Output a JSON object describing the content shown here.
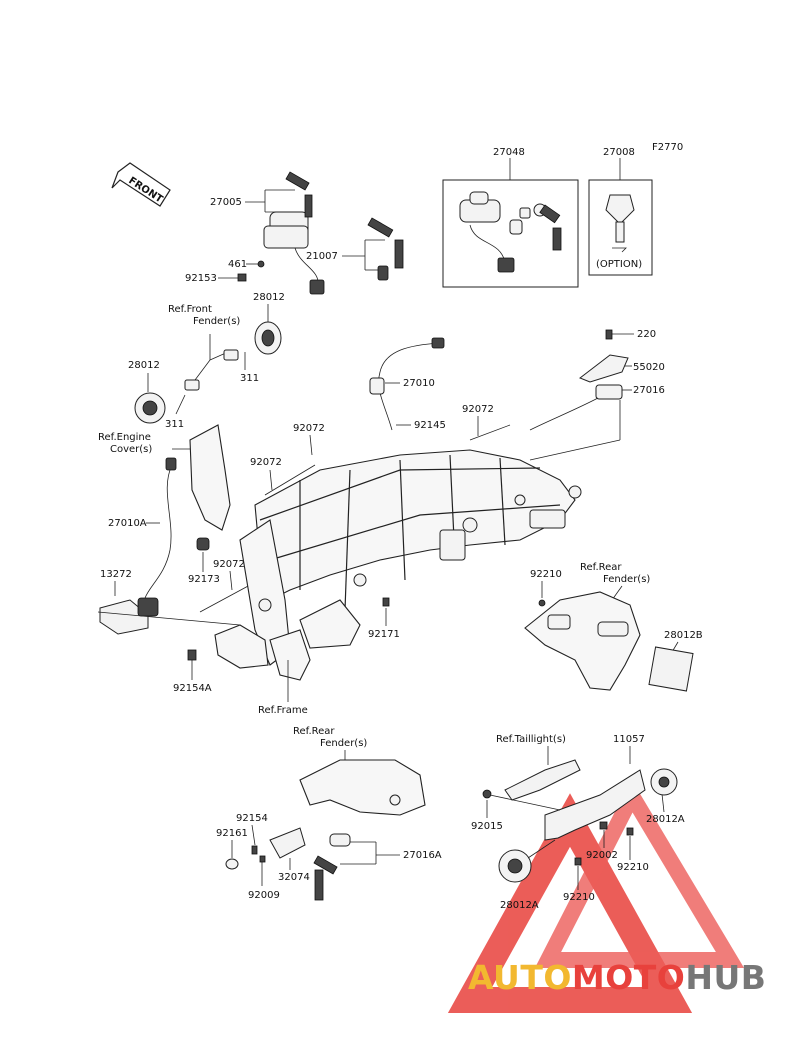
{
  "figure_code": "F2770",
  "front_label": "FRONT",
  "option_label": "(OPTION)",
  "labels": {
    "p27048": "27048",
    "p27008": "27008",
    "p27005": "27005",
    "p461": "461",
    "p92153": "92153",
    "p21007": "21007",
    "ref_front_fender": [
      "Ref.Front",
      "Fender(s)"
    ],
    "p28012_top": "28012",
    "p28012_left": "28012",
    "p311_a": "311",
    "p311_b": "311",
    "p220": "220",
    "p55020": "55020",
    "p27016": "27016",
    "p27010": "27010",
    "p92145": "92145",
    "p92072_a": "92072",
    "p92072_b": "92072",
    "p92072_c": "92072",
    "p92072_d": "92072",
    "ref_engine_cover": [
      "Ref.Engine",
      "Cover(s)"
    ],
    "p27010A": "27010A",
    "p92173": "92173",
    "p13272": "13272",
    "p92171": "92171",
    "p92210_a": "92210",
    "ref_rear_fender_a": [
      "Ref.Rear",
      "Fender(s)"
    ],
    "p28012B": "28012B",
    "p92154A": "92154A",
    "ref_frame": "Ref.Frame",
    "ref_rear_fender_b": [
      "Ref.Rear",
      "Fender(s)"
    ],
    "ref_taillight": "Ref.Taillight(s)",
    "p11057": "11057",
    "p92154": "92154",
    "p92161": "92161",
    "p32074": "32074",
    "p92009": "92009",
    "p27016A": "27016A",
    "p92015": "92015",
    "p28012A_r": "28012A",
    "p92002": "92002",
    "p92210_b": "92210",
    "p92210_c": "92210",
    "p28012A_l": "28012A"
  },
  "watermark": {
    "auto": "AUTO",
    "moto": "MOTO",
    "hub": "HUB"
  },
  "colors": {
    "auto": "#f2b830",
    "moto": "#e8413c",
    "hub": "#777777",
    "triangle": "#e8413c"
  }
}
